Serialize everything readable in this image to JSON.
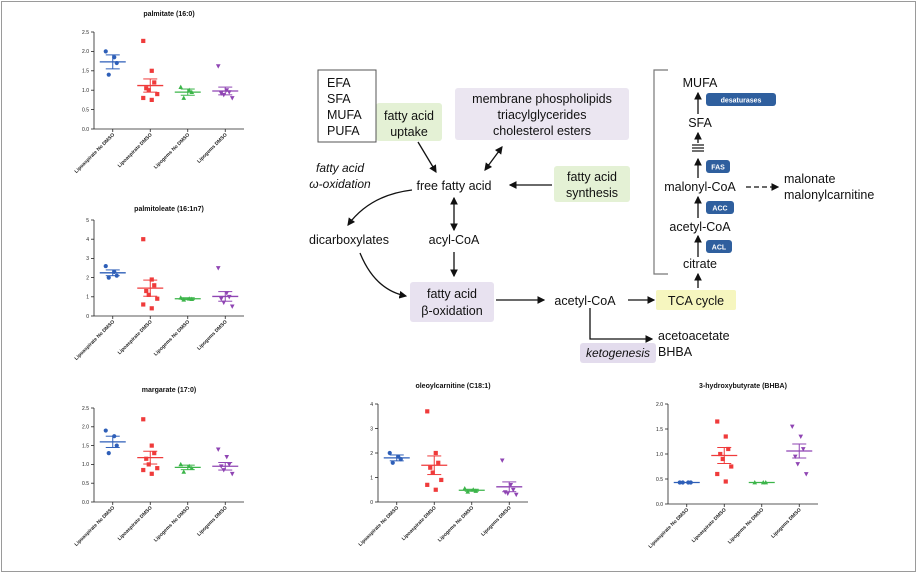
{
  "chart_data": [
    {
      "type": "scatter",
      "title": "palmitate (16:0)",
      "categories": [
        "Lipoaspirate No DMSO",
        "Lipoaspirate DMSO",
        "Lipogems No DMSO",
        "Lipogems DMSO"
      ],
      "colors": [
        "#2e5fb8",
        "#ef3b3b",
        "#3cb54a",
        "#8f45b3"
      ],
      "markers": [
        "circle",
        "square",
        "triangle-up",
        "triangle-down"
      ],
      "ylim": [
        0,
        2.5
      ],
      "yticks": [
        0,
        0.5,
        1.0,
        1.5,
        2.0,
        2.5
      ],
      "tick_decimals": 1,
      "series": [
        {
          "values": [
            2.0,
            1.85,
            1.7,
            1.4
          ],
          "mean": 1.73,
          "sem": 0.18
        },
        {
          "values": [
            2.27,
            1.5,
            1.2,
            1.05,
            1.0,
            0.9,
            0.8,
            0.75
          ],
          "mean": 1.12,
          "sem": 0.17
        },
        {
          "values": [
            1.08,
            1.0,
            0.95,
            0.8
          ],
          "mean": 0.95,
          "sem": 0.08
        },
        {
          "values": [
            1.62,
            1.0,
            0.95,
            0.92,
            0.88,
            0.8
          ],
          "mean": 0.98,
          "sem": 0.1
        }
      ]
    },
    {
      "type": "scatter",
      "title": "palmitoleate (16:1n7)",
      "categories": [
        "Lipoaspirate No DMSO",
        "Lipoaspirate DMSO",
        "Lipogems No DMSO",
        "Lipogems DMSO"
      ],
      "colors": [
        "#2e5fb8",
        "#ef3b3b",
        "#3cb54a",
        "#8f45b3"
      ],
      "markers": [
        "circle",
        "square",
        "triangle-up",
        "triangle-down"
      ],
      "ylim": [
        0,
        5
      ],
      "yticks": [
        0,
        1,
        2,
        3,
        4,
        5
      ],
      "tick_decimals": 0,
      "series": [
        {
          "values": [
            2.6,
            2.3,
            2.1,
            2.0
          ],
          "mean": 2.25,
          "sem": 0.15
        },
        {
          "values": [
            4.0,
            1.9,
            1.6,
            1.3,
            1.1,
            0.9,
            0.6,
            0.4
          ],
          "mean": 1.45,
          "sem": 0.42
        },
        {
          "values": [
            0.95,
            0.9,
            0.88,
            0.85
          ],
          "mean": 0.9,
          "sem": 0.05
        },
        {
          "values": [
            2.5,
            1.2,
            1.0,
            0.9,
            0.7,
            0.5
          ],
          "mean": 1.02,
          "sem": 0.25
        }
      ]
    },
    {
      "type": "scatter",
      "title": "margarate (17:0)",
      "categories": [
        "Lipoaspirate No DMSO",
        "Lipoaspirate DMSO",
        "Lipogems No DMSO",
        "Lipogems DMSO"
      ],
      "colors": [
        "#2e5fb8",
        "#ef3b3b",
        "#3cb54a",
        "#8f45b3"
      ],
      "markers": [
        "circle",
        "square",
        "triangle-up",
        "triangle-down"
      ],
      "ylim": [
        0,
        2.5
      ],
      "yticks": [
        0,
        0.5,
        1.0,
        1.5,
        2.0,
        2.5
      ],
      "tick_decimals": 1,
      "series": [
        {
          "values": [
            1.9,
            1.75,
            1.5,
            1.3
          ],
          "mean": 1.6,
          "sem": 0.15
        },
        {
          "values": [
            2.2,
            1.5,
            1.3,
            1.15,
            1.0,
            0.9,
            0.85,
            0.75
          ],
          "mean": 1.18,
          "sem": 0.17
        },
        {
          "values": [
            1.0,
            0.95,
            0.9,
            0.8
          ],
          "mean": 0.92,
          "sem": 0.06
        },
        {
          "values": [
            1.4,
            1.2,
            1.0,
            0.95,
            0.85,
            0.75
          ],
          "mean": 0.95,
          "sem": 0.1
        }
      ]
    },
    {
      "type": "scatter",
      "title": "oleoylcarnitine (C18:1)",
      "categories": [
        "Lipoaspirate No DMSO",
        "Lipoaspirate DMSO",
        "Lipogems No DMSO",
        "Lipogems DMSO"
      ],
      "colors": [
        "#2e5fb8",
        "#ef3b3b",
        "#3cb54a",
        "#8f45b3"
      ],
      "markers": [
        "circle",
        "square",
        "triangle-up",
        "triangle-down"
      ],
      "ylim": [
        0,
        4
      ],
      "yticks": [
        0,
        1,
        2,
        3,
        4
      ],
      "tick_decimals": 0,
      "series": [
        {
          "values": [
            2.0,
            1.85,
            1.75,
            1.6
          ],
          "mean": 1.8,
          "sem": 0.12
        },
        {
          "values": [
            3.7,
            2.0,
            1.6,
            1.4,
            1.2,
            0.9,
            0.7,
            0.5
          ],
          "mean": 1.5,
          "sem": 0.38
        },
        {
          "values": [
            0.55,
            0.5,
            0.45,
            0.42
          ],
          "mean": 0.48,
          "sem": 0.04
        },
        {
          "values": [
            1.7,
            0.7,
            0.5,
            0.4,
            0.35,
            0.3
          ],
          "mean": 0.62,
          "sem": 0.2
        }
      ]
    },
    {
      "type": "scatter",
      "title": "3-hydroxybutyrate (BHBA)",
      "categories": [
        "Lipoaspirate No DMSO",
        "Lipoaspirate DMSO",
        "Lipogems No DMSO",
        "Lipogems DMSO"
      ],
      "colors": [
        "#2e5fb8",
        "#ef3b3b",
        "#3cb54a",
        "#8f45b3"
      ],
      "markers": [
        "circle",
        "square",
        "triangle-up",
        "triangle-down"
      ],
      "ylim": [
        0,
        2.0
      ],
      "yticks": [
        0,
        0.5,
        1.0,
        1.5,
        2.0
      ],
      "tick_decimals": 1,
      "series": [
        {
          "values": [
            0.43,
            0.43,
            0.43,
            0.43
          ],
          "mean": 0.43,
          "sem": 0.0
        },
        {
          "values": [
            1.65,
            1.35,
            1.1,
            1.0,
            0.9,
            0.75,
            0.6,
            0.45
          ],
          "mean": 0.97,
          "sem": 0.16
        },
        {
          "values": [
            0.43,
            0.43,
            0.43
          ],
          "mean": 0.43,
          "sem": 0.0
        },
        {
          "values": [
            1.55,
            1.35,
            1.1,
            0.95,
            0.8,
            0.6
          ],
          "mean": 1.06,
          "sem": 0.14
        }
      ]
    }
  ],
  "pathway": {
    "box_lines": [
      "EFA",
      "SFA",
      "MUFA",
      "PUFA"
    ],
    "fatty_acid_uptake": [
      "fatty acid",
      "uptake"
    ],
    "membrane": [
      "membrane phospholipids",
      "triacylglycerides",
      "cholesterol esters"
    ],
    "omega_oxidation": [
      "fatty acid",
      "ω-oxidation"
    ],
    "free_fatty_acid": "free fatty acid",
    "fatty_acid_synthesis": [
      "fatty acid",
      "synthesis"
    ],
    "dicarboxylates": "dicarboxylates",
    "acyl_coa": "acyl-CoA",
    "beta_oxidation": [
      "fatty acid",
      "β-oxidation"
    ],
    "acetyl_coa": "acetyl-CoA",
    "tca_cycle": "TCA cycle",
    "acetoacetate": "acetoacetate",
    "bhba": "BHBA",
    "ketogenesis": "ketogenesis",
    "mufa": "MUFA",
    "sfa": "SFA",
    "desaturases": "desaturases",
    "fas": "FAS",
    "malonyl_coa": "malonyl-CoA",
    "malonate": [
      "malonate",
      "malonylcarnitine"
    ],
    "acc": "ACC",
    "acetyl_coa_right": "acetyl-CoA",
    "acl": "ACL",
    "citrate": "citrate"
  },
  "colors": {
    "enzyme_pill": "#2f5f9e",
    "uptake_highlight": "#e4f1d5",
    "synthesis_highlight": "#e4f1d5",
    "tca_highlight": "#f6f6bf",
    "beta_highlight": "#e8e2f0",
    "membrane_highlight": "#ebe6f1",
    "ketogenesis_highlight": "#e3dced"
  }
}
